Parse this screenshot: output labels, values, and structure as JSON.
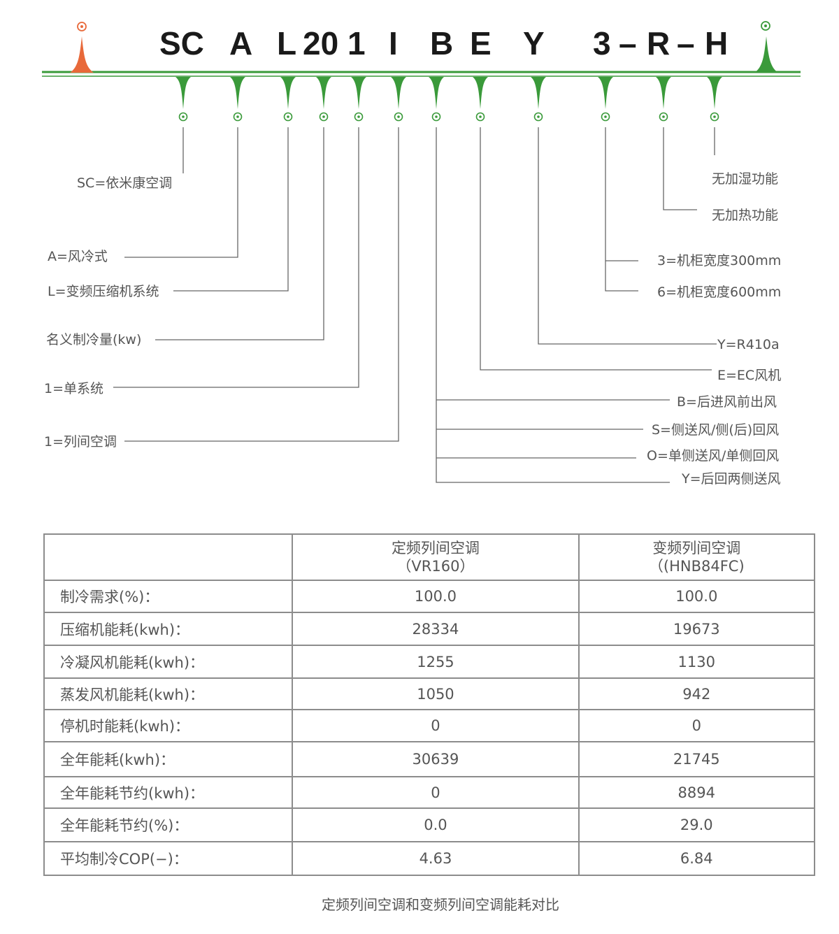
{
  "model_code": {
    "segments": [
      "SC",
      "A",
      "L",
      "20",
      "1",
      "I",
      "B",
      "E",
      "Y",
      "3",
      "–",
      "R",
      "–",
      "H"
    ]
  },
  "labels": {
    "sc": "SC=依米康空调",
    "a": "A=风冷式",
    "l": "L=变频压缩机系统",
    "capacity": "名义制冷量(kw)",
    "single": "1=单系统",
    "row": "1=列间空调",
    "no_humid": "无加湿功能",
    "no_heat": "无加热功能",
    "w300": "3=机柜宽度300mm",
    "w600": "6=机柜宽度600mm",
    "refrigerant": "Y=R410a",
    "fan": "E=EC风机",
    "air_b": "B=后进风前出风",
    "air_s": "S=侧送风/侧(后)回风",
    "air_o": "O=单侧送风/单侧回风",
    "air_y": "Y=后回两侧送风"
  },
  "colors": {
    "green": "#3a9a3a",
    "orange": "#e8693a",
    "line": "#666666"
  },
  "table": {
    "headers": [
      "",
      {
        "line1": "定频列间空调",
        "line2": "（VR160）"
      },
      {
        "line1": "变频列间空调",
        "line2": "（(HNB84FC)"
      }
    ],
    "rows": [
      [
        "制冷需求(%)：",
        "100.0",
        "100.0"
      ],
      [
        "压缩机能耗(kwh)：",
        "28334",
        "19673"
      ],
      [
        "冷凝风机能耗(kwh)：",
        "1255",
        "1130"
      ],
      [
        "蒸发风机能耗(kwh)：",
        "1050",
        "942"
      ],
      [
        "停机时能耗(kwh)：",
        "0",
        "0"
      ],
      [
        "全年能耗(kwh)：",
        "30639",
        "21745"
      ],
      [
        "全年能耗节约(kwh)：",
        "0",
        "8894"
      ],
      [
        "全年能耗节约(%)：",
        "0.0",
        "29.0"
      ],
      [
        "平均制冷COP(−)：",
        "4.63",
        "6.84"
      ]
    ]
  },
  "caption": "定频列间空调和变频列间空调能耗对比"
}
